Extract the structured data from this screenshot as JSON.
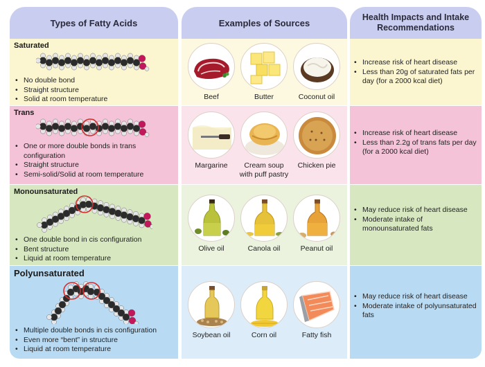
{
  "headers": {
    "types": "Types of Fatty Acids",
    "sources": "Examples of Sources",
    "health": "Health Impacts and Intake Recommendations"
  },
  "rows": [
    {
      "name": "Saturated",
      "properties": [
        "No double bond",
        "Straight structure",
        "Solid at room temperature"
      ],
      "foods": [
        "Beef",
        "Butter",
        "Coconut oil"
      ],
      "health": [
        "Increase risk of heart disease",
        "Less than 20g of saturated fats per day (for a 2000 kcal diet)"
      ]
    },
    {
      "name": "Trans",
      "properties": [
        "One or more double bonds in trans configuration",
        "Straight structure",
        "Semi-solid/Solid at room temperature"
      ],
      "foods": [
        "Margarine",
        "Cream soup with puff pastry",
        "Chicken pie"
      ],
      "health": [
        "Increase risk of heart disease",
        "Less than 2.2g of trans fats per day (for a 2000 kcal diet)"
      ]
    },
    {
      "name": "Monounsaturated",
      "properties": [
        "One double bond in cis configuration",
        "Bent structure",
        "Liquid at room temperature"
      ],
      "foods": [
        "Olive oil",
        "Canola oil",
        "Peanut oil"
      ],
      "health": [
        "May reduce risk of heart disease",
        "Moderate intake of monounsaturated fats"
      ]
    },
    {
      "name": "Polyunsaturated",
      "properties": [
        "Multiple double bonds in cis configuration",
        "Even more “bent” in structure",
        "Liquid at room temperature"
      ],
      "foods": [
        "Soybean oil",
        "Corn oil",
        "Fatty fish"
      ],
      "health": [
        "May reduce risk of heart disease",
        "Moderate intake of polyunsaturated fats"
      ]
    }
  ],
  "colors": {
    "header": "#c9cdf0",
    "saturated": "#fbf6cf",
    "trans": "#f4c3d7",
    "monounsaturated": "#d7e8c1",
    "polyunsaturated": "#b9daf3",
    "carbon_atom": "#2b2b2b",
    "hydrogen_atom": "#e6e6e6",
    "oxygen_atom": "#c2185b",
    "double_bond_ring": "#d32f2f"
  }
}
